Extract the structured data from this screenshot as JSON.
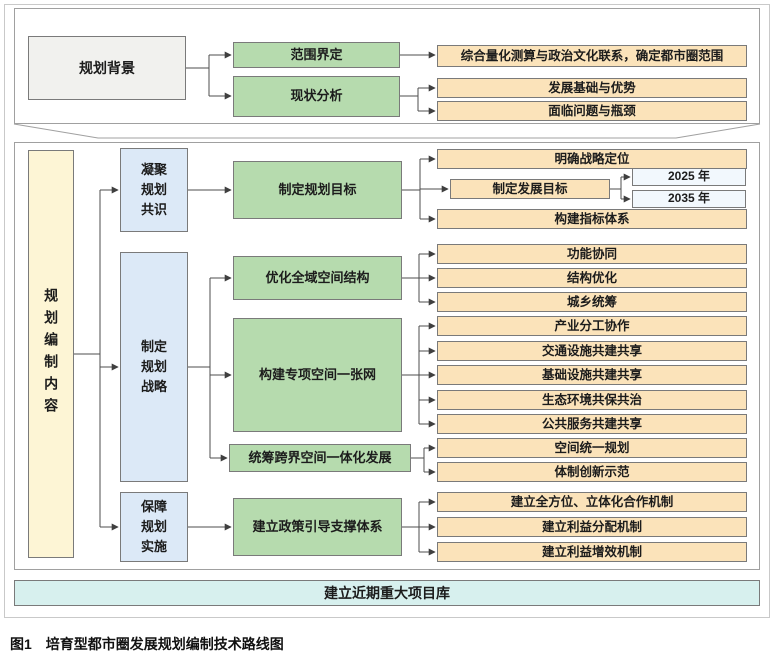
{
  "caption": {
    "text": "图1　培育型都市圈发展规划编制技术路线图"
  },
  "nodes": {
    "background": "规划背景",
    "scope": "范围界定",
    "scope_result": "综合量化测算与政治文化联系，确定都市圈范围",
    "status": "现状分析",
    "status_basis": "发展基础与优势",
    "status_problem": "面临问题与瓶颈",
    "content": "规划编制内容",
    "consensus": "凝聚规划共识",
    "goal": "制定规划目标",
    "goal_position": "明确战略定位",
    "goal_dev": "制定发展目标",
    "year2025": "2025 年",
    "year2035": "2035 年",
    "goal_indicator": "构建指标体系",
    "strategy": "制定规划战略",
    "spatial": "优化全域空间结构",
    "spatial_func": "功能协同",
    "spatial_struct": "结构优化",
    "spatial_urbanrural": "城乡统筹",
    "network": "构建专项空间一张网",
    "net_industry": "产业分工协作",
    "net_transport": "交通设施共建共享",
    "net_infra": "基础设施共建共享",
    "net_eco": "生态环境共保共治",
    "net_public": "公共服务共建共享",
    "crossborder": "统筹跨界空间一体化发展",
    "cb_space": "空间统一规划",
    "cb_institution": "体制创新示范",
    "impl": "保障规划实施",
    "policy": "建立政策引导支撑体系",
    "policy_coop": "建立全方位、立体化合作机制",
    "policy_benefit_dist": "建立利益分配机制",
    "policy_benefit_gain": "建立利益增效机制",
    "projects": "建立近期重大项目库"
  },
  "colors": {
    "green": "#b6dbae",
    "orange": "#fbe3ba",
    "blue": "#dce9f7",
    "yellow": "#fdf5d5",
    "gray": "#f1f1ee",
    "cyan": "#d7f0ee",
    "year_box": "#f2f8fd",
    "line": "#4d4d4d"
  }
}
